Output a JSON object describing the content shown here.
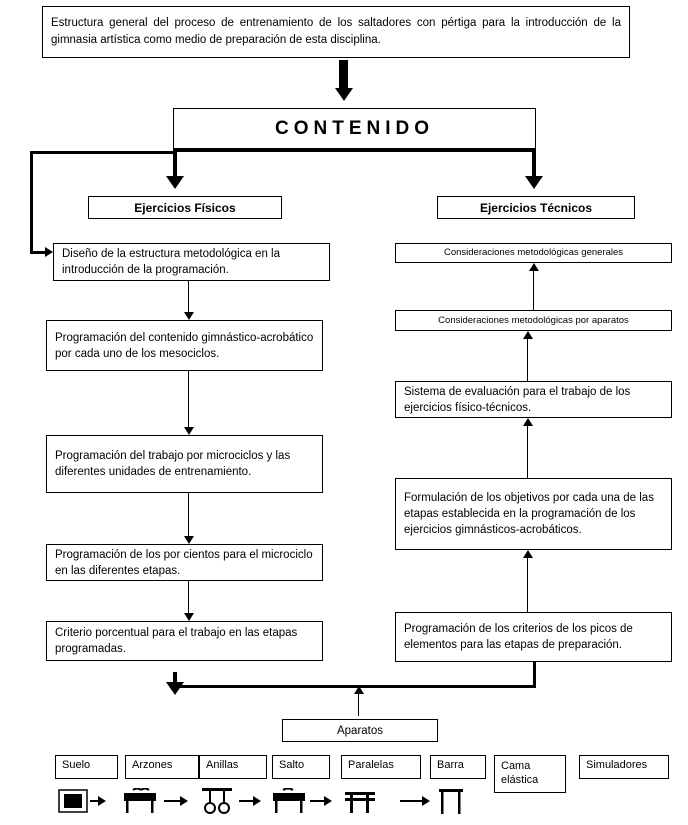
{
  "title_box": {
    "text": "Estructura general del proceso de entrenamiento de los saltadores con pértiga para la introducción de la gimnasia artística como medio de preparación de esta disciplina."
  },
  "contenido": {
    "label": "CONTENIDO"
  },
  "columns": {
    "left_header": "Ejercicios Físicos",
    "right_header": "Ejercicios Técnicos"
  },
  "left_steps": [
    "Diseño de la estructura metodológica en la introducción de la programación.",
    "Programación del contenido gimnástico-acrobático por cada uno de los mesociclos.",
    "Programación del trabajo por microciclos y las diferentes unidades de entrenamiento.",
    "Programación de los  por cientos para el microciclo en las diferentes etapas.",
    "Criterio porcentual para el trabajo en las etapas programadas."
  ],
  "right_steps": [
    "Consideraciones  metodológicas generales",
    "Consideraciones  metodológicas por aparatos",
    "Sistema de evaluación para el trabajo de los ejercicios físico-técnicos.",
    "Formulación  de los objetivos  por cada una de las etapas  establecida  en la  programación  de los ejercicios  gimnásticos-acrobáticos.",
    "Programación de los criterios de los picos de elementos para las etapas de preparación."
  ],
  "aparatos": {
    "label": "Aparatos"
  },
  "apparatus": [
    {
      "label": "Suelo",
      "icon": "floor-icon"
    },
    {
      "label": "Arzones",
      "icon": "pommel-horse-icon"
    },
    {
      "label": "Anillas",
      "icon": "rings-icon"
    },
    {
      "label": "Salto",
      "icon": "vault-icon"
    },
    {
      "label": "Paralelas",
      "icon": "parallel-bars-icon"
    },
    {
      "label": "Barra",
      "icon": "high-bar-icon"
    },
    {
      "label": "Cama elástica",
      "icon": ""
    },
    {
      "label": "Simuladores",
      "icon": ""
    }
  ],
  "colors": {
    "line": "#000000",
    "background": "#ffffff"
  }
}
